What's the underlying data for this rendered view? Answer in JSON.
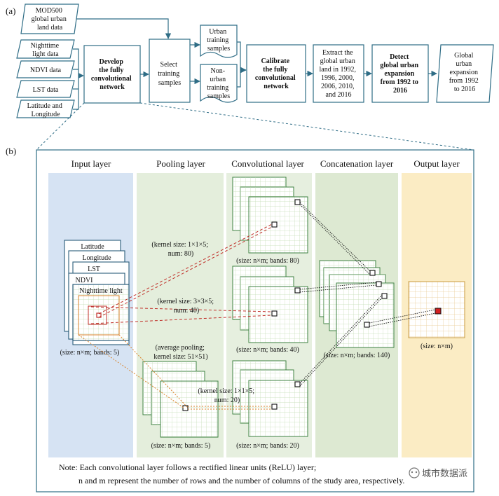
{
  "panel_a": {
    "label": "(a)",
    "inputs": [
      [
        "MOD500",
        "global urban",
        "land data"
      ],
      [
        "Nighttime",
        "light data"
      ],
      [
        "NDVI data"
      ],
      [
        "LST data"
      ],
      [
        "Latitude and",
        "Longitude"
      ]
    ],
    "develop": [
      "Develop",
      "the fully",
      "convolutional",
      "network"
    ],
    "select": [
      "Select",
      "training",
      "samples"
    ],
    "urban_samples": [
      "Urban",
      "training",
      "samples"
    ],
    "nonurban_samples": [
      "Non-",
      "urban",
      "training",
      "samples"
    ],
    "calibrate": [
      "Calibrate",
      "the fully",
      "convolutional",
      "network"
    ],
    "extract": [
      "Extract the",
      "global urban",
      "land in 1992,",
      "1996, 2000,",
      "2006, 2010,",
      "and 2016"
    ],
    "detect": [
      "Detect",
      "global urban",
      "expansion",
      "from 1992 to",
      "2016"
    ],
    "output": [
      "Global",
      "urban",
      "expansion",
      "from 1992",
      "to 2016"
    ]
  },
  "panel_b": {
    "label": "(b)",
    "headers": [
      "Input layer",
      "Pooling layer",
      "Convolutional layer",
      "Concatenation layer",
      "Output layer"
    ],
    "input_stack": [
      "Latitude",
      "Longitude",
      "LST",
      "NDVI",
      "Nighttime light"
    ],
    "input_size": "(size: n×m; bands: 5)",
    "kernel1": [
      "(kernel size: 1×1×5;",
      "num: 80)"
    ],
    "kernel2": [
      "(kernel size: 3×3×5;",
      "num: 40)"
    ],
    "avgpool": [
      "(average pooling;",
      "kernel size: 51×51)"
    ],
    "kernel3": [
      "(kernel size: 1×1×5;",
      "num: 20)"
    ],
    "conv_size1": "(size: n×m; bands: 80)",
    "conv_size2": "(size: n×m; bands: 40)",
    "conv_size3": "(size: n×m; bands: 20)",
    "pool_size": "(size: n×m; bands: 5)",
    "concat_size": "(size: n×m; bands: 140)",
    "output_size": "(size: n×m)",
    "note1": "Note: Each convolutional layer follows a rectified linear units (ReLU) layer;",
    "note2": "n and m represent the number of rows and the number of columns of the study area, respectively.",
    "watermark": "城市数据派"
  },
  "colors": {
    "input_bg": "#d6e3f3",
    "pool_bg": "#e4eedc",
    "conv_bg": "#e6efdf",
    "concat_bg": "#dde9d2",
    "output_bg": "#fbecc4",
    "outline": "#2a5d7a",
    "grid": "#c2dcb4",
    "red_dash": "#c0302a",
    "orange_dot": "#d9822b",
    "center_red": "#d42020"
  }
}
